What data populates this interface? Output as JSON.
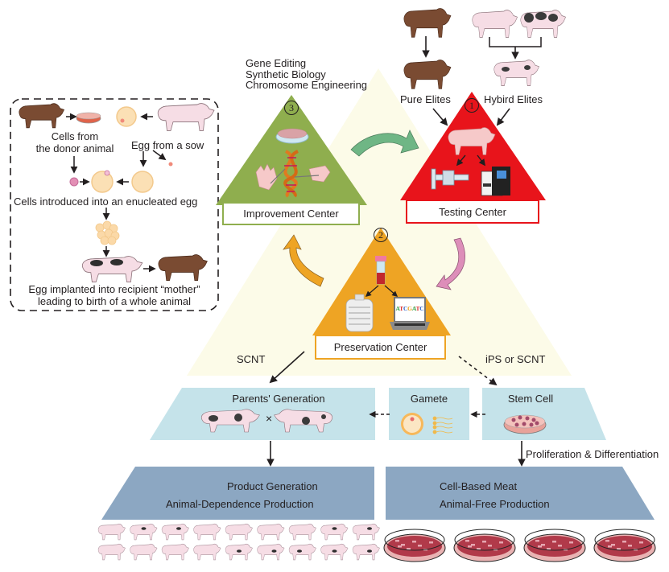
{
  "title": "Pig breeding, preservation and cell-based meat production framework",
  "colors": {
    "background_triangle": "#fcfbe8",
    "improvement_center": "#8fae4e",
    "testing_center": "#e8141b",
    "preservation_center": "#eea424",
    "light_blue_panel": "#c5e3ea",
    "product_panel": "#8ca7c2",
    "green_arrow": "#6fb685",
    "orange_arrow": "#eea424",
    "pink_arrow": "#dd8eb9",
    "brown_pig": "#7a4b32",
    "pink_pig": "#f6dde5",
    "spots": "#3b3b3b"
  },
  "scnt_box": {
    "donor_label": [
      "Cells from",
      "the donor animal"
    ],
    "egg_label": "Egg from a sow",
    "enucleated_label": "Cells introduced into an enucleated egg",
    "implant_label": [
      "Egg implanted into recipient “mother”",
      "leading to birth of a whole animal"
    ]
  },
  "improvement": {
    "techniques": [
      "Gene Editing",
      "Synthetic Biology",
      "Chromosome Engineering"
    ],
    "badge": "3",
    "label": "Improvement Center"
  },
  "testing": {
    "pure_label": "Pure Elites",
    "hybrid_label": "Hybird Elites",
    "badge": "1",
    "label": "Testing Center"
  },
  "preservation": {
    "badge": "2",
    "label": "Preservation Center",
    "laptop_sequence": [
      "A",
      "T",
      "C",
      "G",
      "A",
      "T",
      "C"
    ],
    "laptop_colors": [
      "#2e9e3e",
      "#d92b2b",
      "#2d63c8",
      "#e8a11c",
      "#2e9e3e",
      "#d92b2b",
      "#2d63c8"
    ]
  },
  "routes": {
    "left": "SCNT",
    "right": "iPS or SCNT",
    "proliferation": "Proliferation & Differentiation",
    "cross_symbol": "×"
  },
  "panels": {
    "parents": "Parents' Generation",
    "gamete": "Gamete",
    "stem_cell": "Stem Cell",
    "product_title": "Product Generation",
    "product_subtitle": "Animal-Dependence Production",
    "meat_title": "Cell-Based Meat",
    "meat_subtitle": "Animal-Free Production"
  },
  "herd": {
    "rows": 2,
    "per_row": 9,
    "spotted": [
      false,
      true,
      true,
      false,
      false,
      false,
      false,
      true,
      true,
      false,
      false,
      false,
      false,
      true,
      true,
      true,
      true,
      true
    ]
  },
  "dishes": {
    "count": 4
  }
}
